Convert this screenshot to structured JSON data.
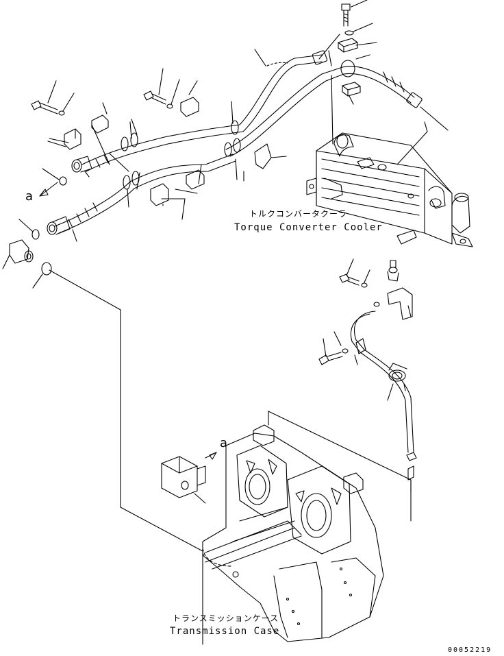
{
  "labels": {
    "cooler_jp": "トルクコンバータクーラ",
    "cooler_en": "Torque Converter Cooler",
    "transmission_jp": "トランスミッションケース",
    "transmission_en": "Transmission Case",
    "ref_mark": "a",
    "drawing_code": "00052219"
  },
  "colors": {
    "ink": "#000000",
    "paper": "#ffffff"
  }
}
